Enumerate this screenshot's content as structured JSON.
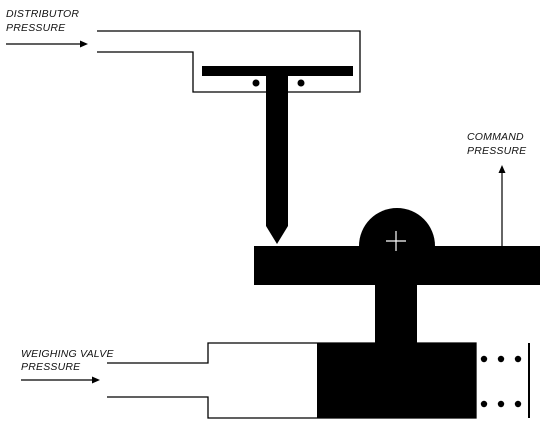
{
  "labels": {
    "distributor": [
      "DISTRIBUTOR",
      "PRESSURE"
    ],
    "command": [
      "COMMAND",
      "PRESSURE"
    ],
    "weighing": [
      "WEIGHING VALVE",
      "PRESSURE"
    ]
  },
  "colors": {
    "ink": "#000000",
    "background": "#ffffff",
    "crosshair": "#ffffff"
  },
  "icons": {
    "pivot": "crosshair-plus",
    "spring": "dot-column"
  }
}
